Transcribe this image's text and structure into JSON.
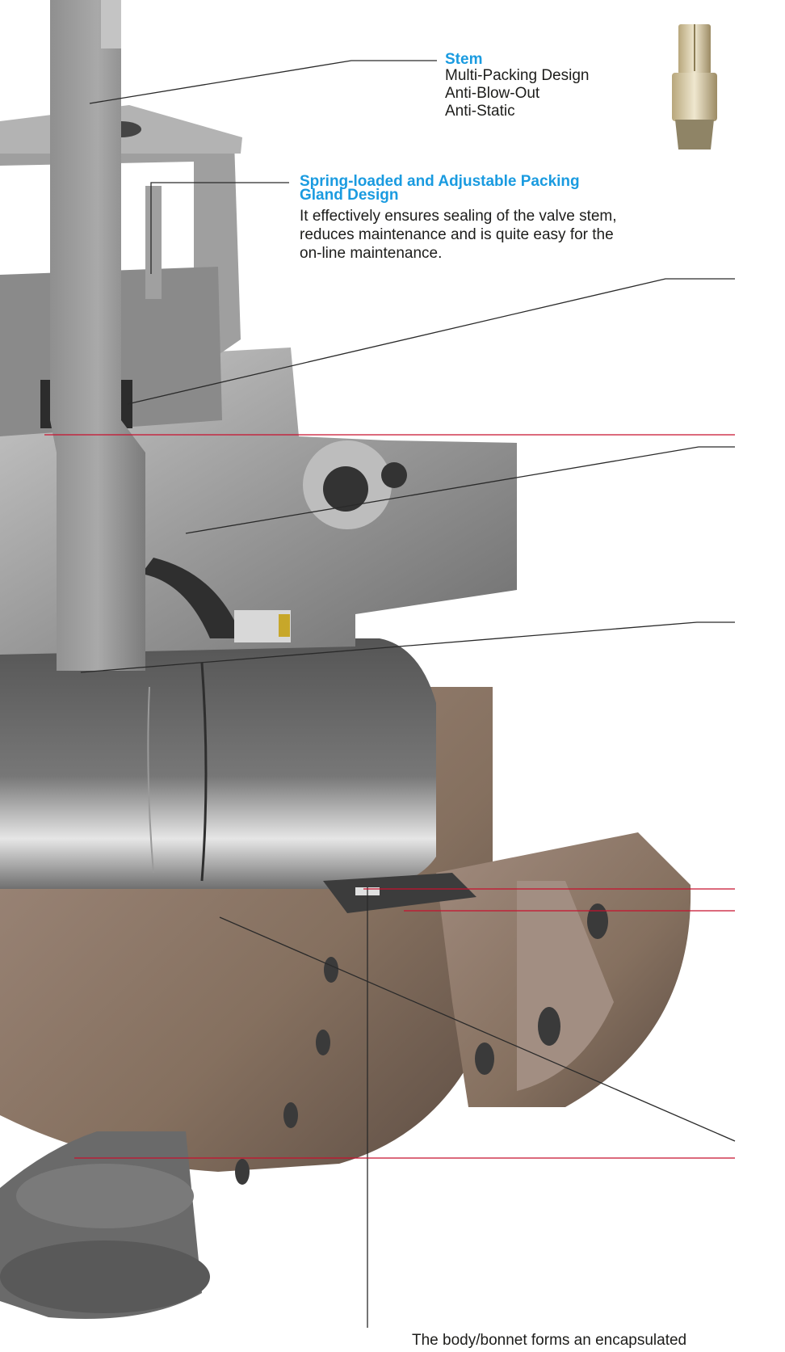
{
  "callouts": {
    "stem": {
      "title": "Stem",
      "lines": [
        "Multi-Packing Design",
        "Anti-Blow-Out",
        "Anti-Static"
      ]
    },
    "gland": {
      "title_lines": [
        "Spring-loaded and Adjustable Packing",
        "Gland Design"
      ],
      "body_lines": [
        "It effectively ensures sealing of the valve stem,",
        "reduces maintenance and is quite easy for the",
        "on-line maintenance."
      ]
    },
    "bottom": {
      "text": "The body/bonnet forms an encapsulated"
    }
  },
  "colors": {
    "title_blue": "#1a9be0",
    "body_text": "#1d1d1b",
    "leader_dark": "#2a2a2a",
    "leader_red": "#c8102e",
    "metal_light": "#b9b9b9",
    "metal_mid": "#8d8d8d",
    "metal_dark": "#5e5e5e",
    "bronze": "#8a7365"
  }
}
